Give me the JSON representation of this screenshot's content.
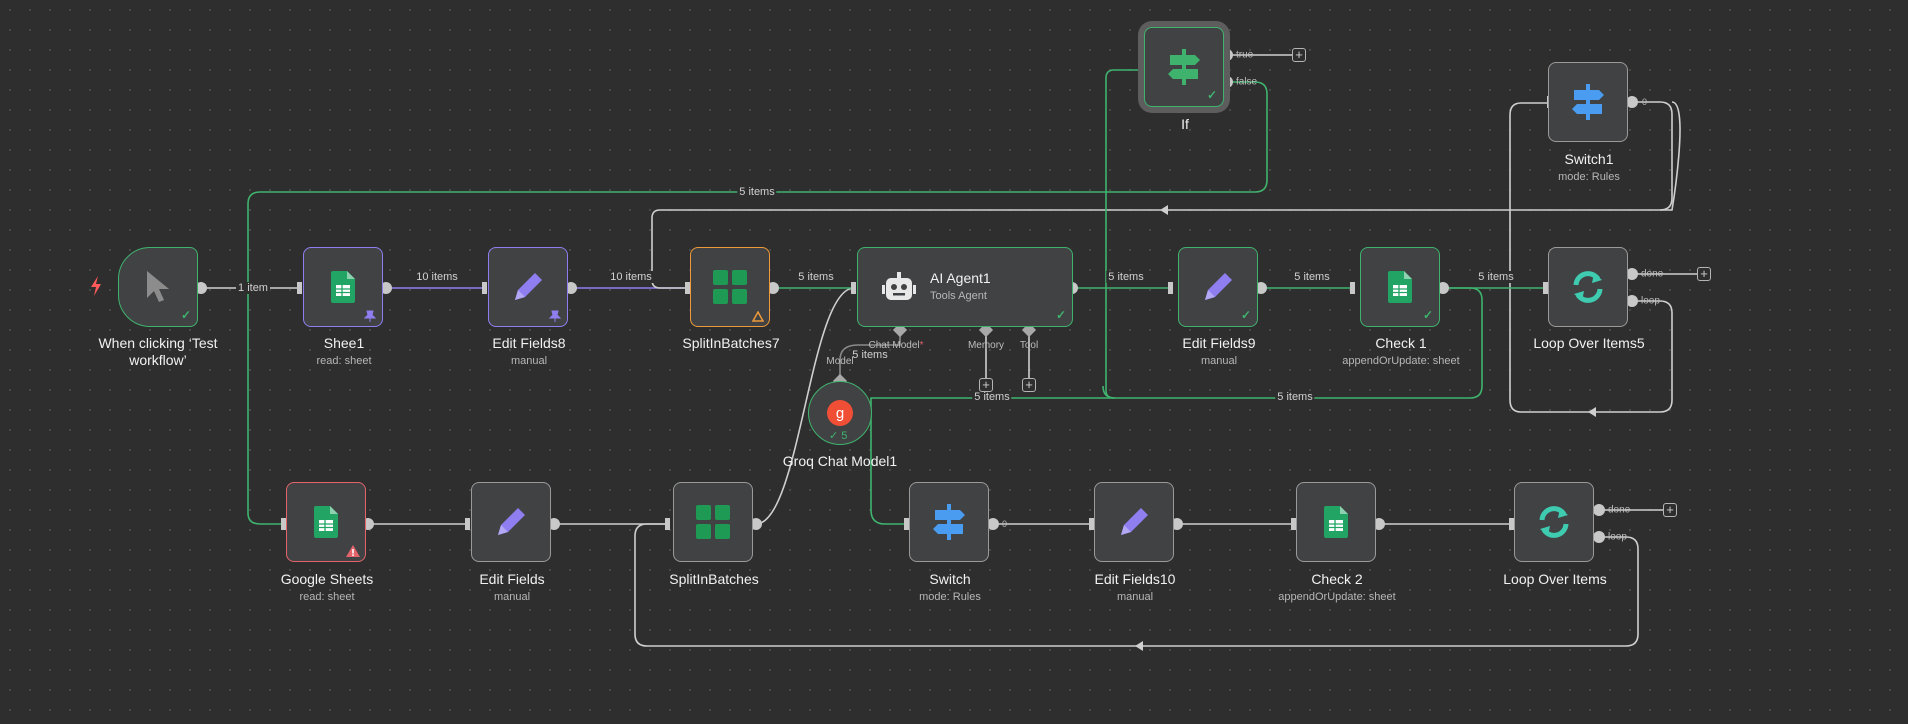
{
  "workflow": {
    "nodes": {
      "trigger": {
        "title": "When clicking ‘Test workflow’",
        "icon": "cursor-icon"
      },
      "sheet1": {
        "title": "Shee1",
        "sub": "read: sheet",
        "icon": "google-sheets-icon"
      },
      "editfields8": {
        "title": "Edit Fields8",
        "sub": "manual",
        "icon": "pencil-icon"
      },
      "splitinbatches7": {
        "title": "SplitInBatches7",
        "icon": "grid-icon"
      },
      "aiagent1": {
        "title": "AI Agent1",
        "sub": "Tools Agent",
        "icon": "robot-icon",
        "ports": {
          "chat_model": "Chat Model",
          "memory": "Memory",
          "tool": "Tool"
        }
      },
      "editfields9": {
        "title": "Edit Fields9",
        "sub": "manual",
        "icon": "pencil-icon"
      },
      "check1": {
        "title": "Check 1",
        "sub": "appendOrUpdate: sheet",
        "icon": "google-sheets-icon"
      },
      "loop5": {
        "title": "Loop Over Items5",
        "icon": "loop-icon",
        "ports": {
          "done": "done",
          "loop": "loop"
        }
      },
      "if": {
        "title": "If",
        "icon": "signpost-icon",
        "ports": {
          "true": "true",
          "false": "false"
        }
      },
      "switch1": {
        "title": "Switch1",
        "sub": "mode: Rules",
        "icon": "signpost-icon",
        "port": "0"
      },
      "groq": {
        "title": "Groq Chat Model1",
        "icon": "groq-icon",
        "port": "Model",
        "count": "5"
      },
      "googlesheets": {
        "title": "Google Sheets",
        "sub": "read: sheet",
        "icon": "google-sheets-icon"
      },
      "editfields": {
        "title": "Edit Fields",
        "sub": "manual",
        "icon": "pencil-icon"
      },
      "splitinbatches": {
        "title": "SplitInBatches",
        "icon": "grid-icon"
      },
      "switch": {
        "title": "Switch",
        "sub": "mode: Rules",
        "icon": "signpost-icon",
        "port": "0"
      },
      "editfields10": {
        "title": "Edit Fields10",
        "sub": "manual",
        "icon": "pencil-icon"
      },
      "check2": {
        "title": "Check 2",
        "sub": "appendOrUpdate: sheet",
        "icon": "google-sheets-icon"
      },
      "loop": {
        "title": "Loop Over Items",
        "icon": "loop-icon",
        "ports": {
          "done": "done",
          "loop": "loop"
        }
      }
    },
    "edge_labels": {
      "trigger_sheet1": "1 item",
      "sheet1_edit8": "10 items",
      "edit8_split7": "10 items",
      "split7_agent": "5 items",
      "agent_edit9": "5 items",
      "edit9_check1": "5 items",
      "check1_loop5": "5 items",
      "top_loop": "5 items",
      "groq_agent": "5 items",
      "groq_bus": "5 items",
      "bottom_bus": "5 items"
    },
    "colors": {
      "success": "#3fb36e",
      "pinned": "#8f7ef0",
      "warning": "#ee9a3a",
      "error": "#e3646a",
      "wire": "#d0d0d0"
    }
  }
}
